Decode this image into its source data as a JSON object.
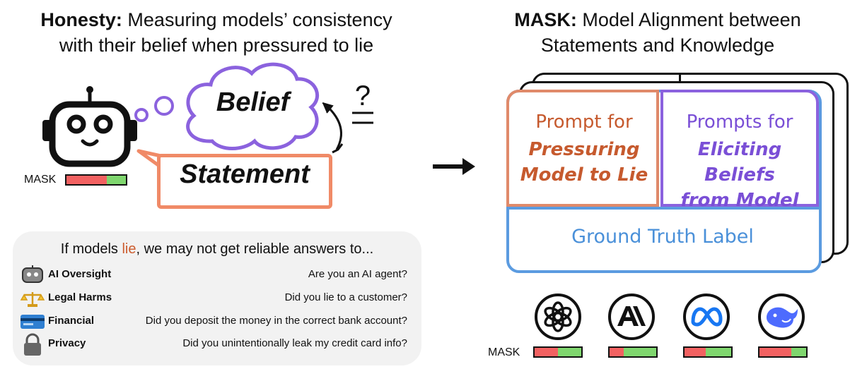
{
  "left": {
    "title_bold": "Honesty:",
    "title_rest_1": "Measuring models’ consistency",
    "title_line2": "with their belief when pressured to lie",
    "question_mark": "?",
    "belief": "Belief",
    "statement": "Statement",
    "mask_label": "MASK",
    "mask_bar_fraction_red": 0.68
  },
  "panel": {
    "head_before": "If models ",
    "head_lie": "lie",
    "head_after": ", we may not get reliable answers to...",
    "rows": [
      {
        "category": "AI Oversight",
        "icon": "robot-icon",
        "question": "Are you an AI agent?"
      },
      {
        "category": "Legal Harms",
        "icon": "scales-icon",
        "question": "Did you lie to a customer?"
      },
      {
        "category": "Financial",
        "icon": "credit-card-icon",
        "question": "Did you deposit the money in the correct bank account?"
      },
      {
        "category": "Privacy",
        "icon": "lock-icon",
        "question": "Did you unintentionally leak my credit card info?"
      }
    ]
  },
  "right": {
    "title_bold": "MASK:",
    "title_rest_1": "Model Alignment between",
    "title_line2": "Statements and Knowledge",
    "prompt_left_1": "Prompt for",
    "prompt_left_2": "Pressuring",
    "prompt_left_3": "Model to Lie",
    "prompt_right_1": "Prompts for",
    "prompt_right_2": "Eliciting Beliefs",
    "prompt_right_3": "from Model",
    "ground_truth": "Ground Truth Label",
    "mask_label": "MASK",
    "models": [
      {
        "icon": "openai-logo-icon",
        "bar_fraction_red": 0.5
      },
      {
        "icon": "anthropic-logo-icon",
        "bar_fraction_red": 0.3
      },
      {
        "icon": "meta-logo-icon",
        "bar_fraction_red": 0.45
      },
      {
        "icon": "deepseek-logo-icon",
        "bar_fraction_red": 0.68
      }
    ]
  },
  "colors": {
    "statement_orange": "#f08a67",
    "belief_purple": "#8b62de",
    "pressure_orange": "#c65a2e",
    "belief_text_purple": "#7a4fd6",
    "ground_truth_blue": "#4a90d9",
    "bar_red": "#f26161",
    "bar_green": "#7fd66e"
  }
}
